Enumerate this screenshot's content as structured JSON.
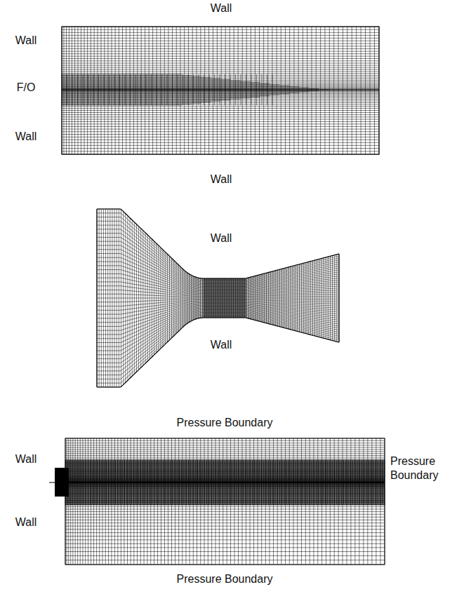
{
  "diagram": {
    "labels": [
      "Wall",
      "Wall",
      "F/O",
      "Wall",
      "Wall",
      "Wall",
      "Wall",
      "Pressure Boundary",
      "Wall",
      "Pressure Boundary",
      "Wall",
      "Pressure Boundary"
    ]
  }
}
